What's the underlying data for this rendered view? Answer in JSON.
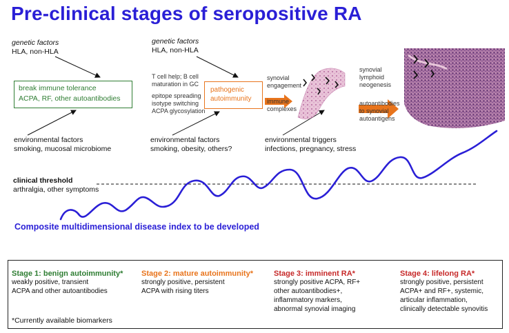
{
  "title": "Pre-clinical stages of seropositive RA",
  "genetic1": {
    "label": "genetic factors",
    "value": "HLA, non-HLA"
  },
  "genetic2": {
    "label": "genetic factors",
    "value": "HLA, non-HLA"
  },
  "box1": {
    "line1": "break immune tolerance",
    "line2": "ACPA, RF, other autoantibodies"
  },
  "mid_notes": {
    "l1": "T cell help; B cell",
    "l2": "maturation in GC",
    "l3": "epitope spreading",
    "l4": "isotype switching",
    "l5": "ACPA glycosylation"
  },
  "box2": {
    "line1": "pathogenic",
    "line2": "autoimmunity"
  },
  "synovial": {
    "l1": "synovial",
    "l2": "engagement",
    "l3": "immune",
    "l4": "complexes"
  },
  "lymphoid": {
    "l1": "synovial",
    "l2": "lymphoid",
    "l3": "neogenesis",
    "l4": "autoantibodies",
    "l5": "to synovial",
    "l6": "autoantigens"
  },
  "env1": {
    "label": "environmental factors",
    "value": "smoking, mucosal microbiome"
  },
  "env2": {
    "label": "environmental factors",
    "value": "smoking, obesity, others?"
  },
  "env3": {
    "label": "environmental triggers",
    "value": "infections, pregnancy, stress"
  },
  "threshold": {
    "label": "clinical threshold",
    "value": "arthralgia, other symptoms"
  },
  "index_label": "Composite multidimensional disease index to be developed",
  "stages": {
    "s1": {
      "title": "Stage 1: benign autoimmunity*",
      "l1": "weakly positive, transient",
      "l2": "ACPA and other autoantibodies"
    },
    "s2": {
      "title": "Stage 2: mature autoimmunity*",
      "l1": "strongly positive, persistent",
      "l2": "ACPA with rising titers"
    },
    "s3": {
      "title": "Stage 3: imminent RA*",
      "l1": "strongly positive ACPA, RF+",
      "l2": "other autoantibodies+,",
      "l3": "inflammatory markers,",
      "l4": "abnormal synovial imaging"
    },
    "s4": {
      "title": "Stage 4: lifelong RA*",
      "l1": "strongly positive, persistent",
      "l2": "ACPA+ and RF+, systemic,",
      "l3": "articular inflammation,",
      "l4": "clinically detectable synovitis"
    }
  },
  "footnote": "*Currently available biomarkers",
  "colors": {
    "title": "#2a1fd6",
    "green": "#2e7d32",
    "orange": "#e8741c",
    "red": "#c62828",
    "wave": "#2a1fd6"
  }
}
